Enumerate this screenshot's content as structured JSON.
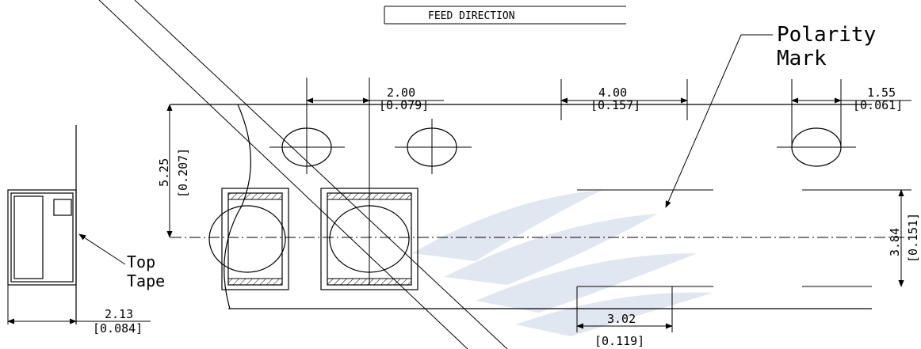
{
  "feed_direction": "FEED DIRECTION",
  "callouts": {
    "polarity_line1": "Polarity",
    "polarity_line2": "Mark",
    "top_line1": "Top",
    "top_line2": "Tape"
  },
  "dimensions": {
    "pitch_hole_center": {
      "mm": "2.00",
      "in": "[0.079]"
    },
    "sprocket_pitch": {
      "mm": "4.00",
      "in": "[0.157]"
    },
    "hole_diameter": {
      "mm": "1.55",
      "in": "[0.061]"
    },
    "hole_to_pocket": {
      "mm": "5.25",
      "in": "[0.207]"
    },
    "pocket_width": {
      "mm": "3.84",
      "in": "[0.151]"
    },
    "pocket_pitch": {
      "mm": "3.02",
      "in": "[0.119]"
    },
    "tape_thickness": {
      "mm": "2.13",
      "in": "[0.084]"
    }
  }
}
